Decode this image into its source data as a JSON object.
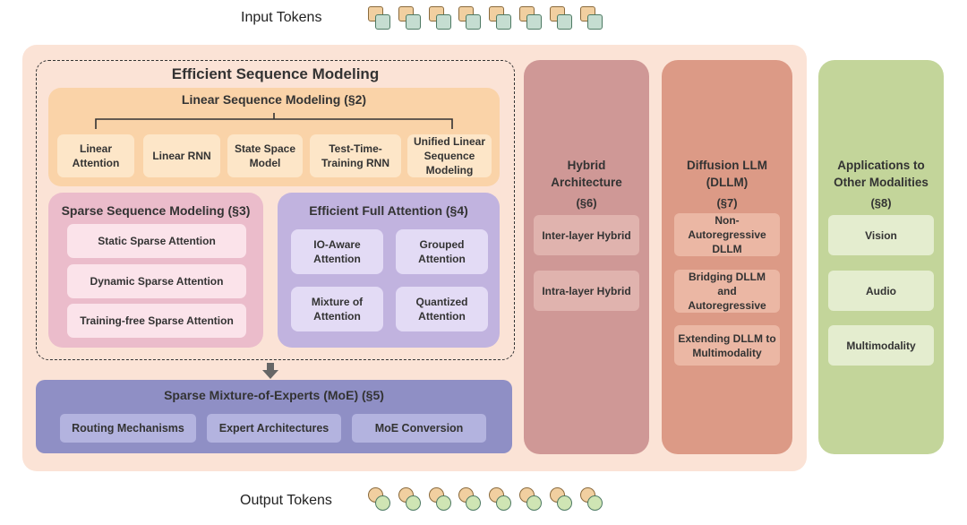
{
  "input_tokens_label": "Input Tokens",
  "output_tokens_label": "Output Tokens",
  "token_count": 8,
  "colors": {
    "outer_bg": "#fbe3d6",
    "linear_panel": "#fad3a8",
    "linear_chip": "#fde6c8",
    "sparse_panel": "#ebbccb",
    "sparse_chip": "#fbe3ea",
    "full_panel": "#c1b3df",
    "full_chip": "#e3dbf5",
    "moe_panel": "#8f8fc5",
    "moe_chip": "#b3b3df",
    "hybrid_col": "#cf9896",
    "hybrid_chip": "#e0b3ae",
    "dllm_col": "#dc9a86",
    "dllm_chip": "#ebb7a4",
    "apps_col": "#c3d59a",
    "apps_chip": "#e4edcf",
    "token_back": "#f1cfa0",
    "token_front_square": "#c5ddd1",
    "token_front_circle": "#cfe5b4"
  },
  "efficient": {
    "title": "Efficient Sequence Modeling",
    "linear": {
      "title": "Linear Sequence Modeling (§2)",
      "items": [
        "Linear Attention",
        "Linear RNN",
        "State Space Model",
        "Test-Time-Training RNN",
        "Unified Linear Sequence Modeling"
      ]
    },
    "sparse": {
      "title": "Sparse Sequence Modeling (§3)",
      "items": [
        "Static Sparse Attention",
        "Dynamic Sparse Attention",
        "Training-free Sparse Attention"
      ]
    },
    "full": {
      "title": "Efficient Full Attention (§4)",
      "items": [
        "IO-Aware Attention",
        "Grouped Attention",
        "Mixture of Attention",
        "Quantized Attention"
      ]
    }
  },
  "moe": {
    "title": "Sparse Mixture-of-Experts (MoE) (§5)",
    "items": [
      "Routing Mechanisms",
      "Expert Architectures",
      "MoE Conversion"
    ]
  },
  "hybrid": {
    "title": "Hybrid Architecture",
    "section": "(§6)",
    "items": [
      "Inter-layer Hybrid",
      "Intra-layer Hybrid"
    ]
  },
  "dllm": {
    "title": "Diffusion LLM (DLLM)",
    "section": "(§7)",
    "items": [
      "Non-Autoregressive DLLM",
      "Bridging DLLM and Autoregressive",
      "Extending DLLM to Multimodality"
    ]
  },
  "apps": {
    "title": "Applications to Other Modalities",
    "section": "(§8)",
    "items": [
      "Vision",
      "Audio",
      "Multimodality"
    ]
  }
}
